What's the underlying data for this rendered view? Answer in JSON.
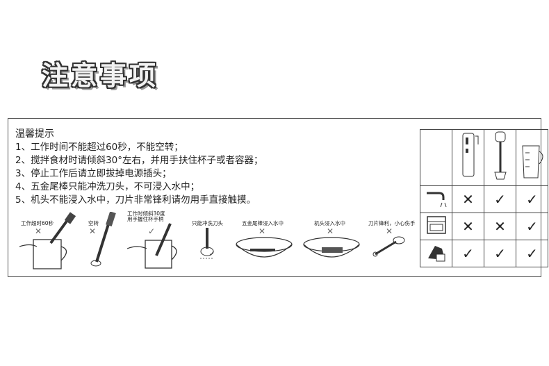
{
  "title": "注意事项",
  "notice": {
    "heading": "温馨提示",
    "items": [
      "1、工作时间不能超过60秒，不能空转；",
      "2、搅拌食材时请倾斜30°左右，并用手扶住杯子或者容器；",
      "3、停止工作后请立即拔掉电源插头；",
      "4、五金尾棒只能冲洗刀头，不可浸入水中；",
      "5、机头不能浸入水中，刀片非常锋利请勿用手直接触摸。"
    ]
  },
  "illustrations": [
    {
      "caption": "工作超时60秒",
      "mark": "✕"
    },
    {
      "caption": "空转",
      "mark": "✕"
    },
    {
      "caption": "工作时倾斜30度\n用手握住杯手柄",
      "mark": "✓"
    },
    {
      "caption": "只能冲洗刀头",
      "mark": "✓"
    },
    {
      "caption": "五金尾棒浸入水中",
      "mark": "✕"
    },
    {
      "caption": "机头浸入水中",
      "mark": "✕"
    },
    {
      "caption": "刀片锋利，小心伤手",
      "mark": "✕"
    }
  ],
  "grid": {
    "rows": [
      {
        "icon": "faucet-icon",
        "marks": [
          "✕",
          "✓",
          "✓"
        ]
      },
      {
        "icon": "dishwasher-icon",
        "marks": [
          "✕",
          "✕",
          "✓"
        ]
      },
      {
        "icon": "hand-wipe-icon",
        "marks": [
          "✓",
          "✓",
          "✓"
        ]
      }
    ]
  }
}
